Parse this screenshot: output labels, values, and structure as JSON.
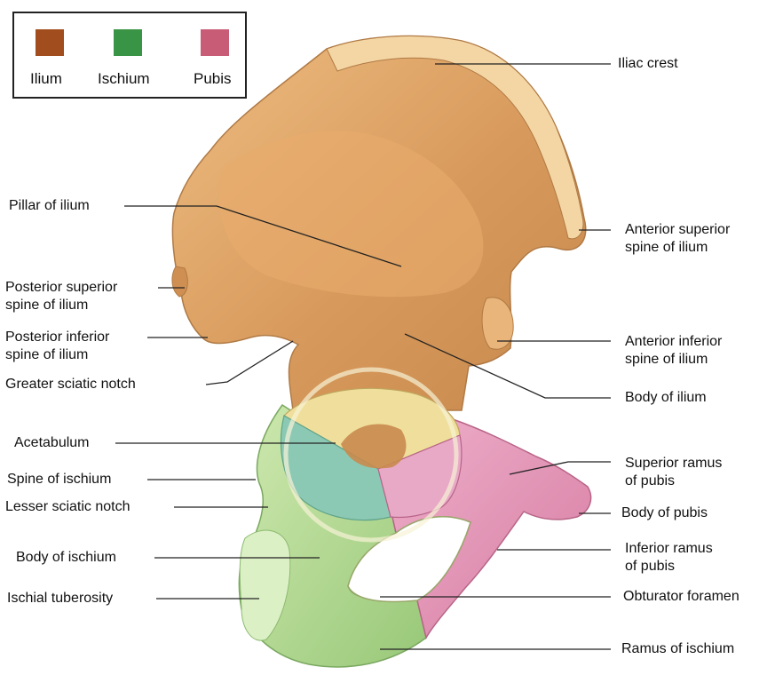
{
  "legend": {
    "items": [
      {
        "label": "Ilium",
        "color": "#a24d1d"
      },
      {
        "label": "Ischium",
        "color": "#3a9445"
      },
      {
        "label": "Pubis",
        "color": "#c85c77"
      }
    ]
  },
  "colors": {
    "ilium_fill": "#d89a5c",
    "ilium_light": "#eebd82",
    "acetabulum_upper": "#f0df9c",
    "ischium_fill": "#b7dc97",
    "ischium_dark": "#8ec276",
    "pubis_fill": "#e293b4",
    "acetabulum_center": "#c98a4e",
    "lunate_ischium": "#7fbfaa"
  },
  "labels": {
    "iliac_crest": "Iliac crest",
    "anterior_superior_spine": "Anterior superior\nspine of ilium",
    "anterior_inferior_spine": "Anterior inferior\nspine of ilium",
    "body_of_ilium": "Body of ilium",
    "superior_ramus_pubis": "Superior ramus\nof pubis",
    "body_of_pubis": "Body of pubis",
    "inferior_ramus_pubis": "Inferior ramus\nof pubis",
    "obturator_foramen": "Obturator foramen",
    "ramus_of_ischium": "Ramus of ischium",
    "pillar_of_ilium": "Pillar of ilium",
    "posterior_superior_spine": "Posterior superior\nspine of ilium",
    "posterior_inferior_spine": "Posterior inferior\nspine of ilium",
    "greater_sciatic_notch": "Greater sciatic notch",
    "acetabulum": "Acetabulum",
    "spine_of_ischium": "Spine of ischium",
    "lesser_sciatic_notch": "Lesser sciatic notch",
    "body_of_ischium": "Body of ischium",
    "ischial_tuberosity": "Ischial tuberosity"
  }
}
